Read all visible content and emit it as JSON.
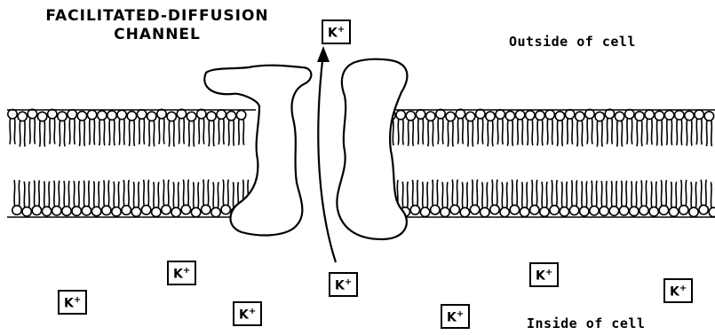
{
  "title": {
    "line1": "FACILITATED-DIFFUSION",
    "line2": "CHANNEL"
  },
  "labels": {
    "outside": "Outside of cell",
    "inside": "Inside of cell"
  },
  "ions": [
    {
      "symbol": "K",
      "charge": "+"
    },
    {
      "symbol": "K",
      "charge": "+"
    },
    {
      "symbol": "K",
      "charge": "+"
    },
    {
      "symbol": "K",
      "charge": "+"
    },
    {
      "symbol": "K",
      "charge": "+"
    },
    {
      "symbol": "K",
      "charge": "+"
    },
    {
      "symbol": "K",
      "charge": "+"
    },
    {
      "symbol": "K",
      "charge": "+"
    }
  ]
}
